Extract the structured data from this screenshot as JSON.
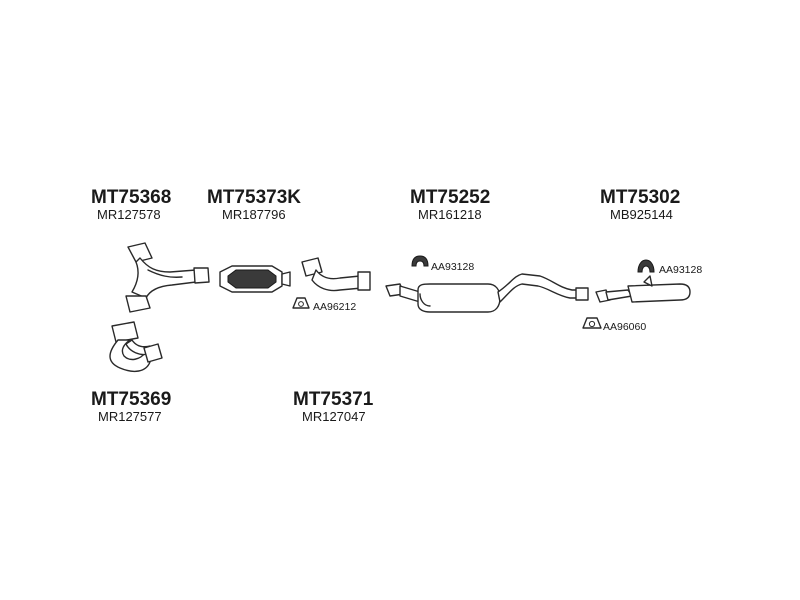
{
  "assemblies": [
    {
      "id": "MT75368",
      "ref": "MR127578"
    },
    {
      "id": "MT75373K",
      "ref": "MR187796"
    },
    {
      "id": "MT75252",
      "ref": "MR161218"
    },
    {
      "id": "MT75302",
      "ref": "MB925144"
    },
    {
      "id": "MT75369",
      "ref": "MR127577"
    },
    {
      "id": "MT75371",
      "ref": "MR127047"
    }
  ],
  "small_parts": [
    {
      "label": "AA96212",
      "icon": "gasket-icon"
    },
    {
      "label": "AA93128",
      "icon": "rubber-hanger-icon"
    },
    {
      "label": "AA93128",
      "icon": "rubber-hanger-icon"
    },
    {
      "label": "AA96060",
      "icon": "gasket-icon"
    }
  ]
}
